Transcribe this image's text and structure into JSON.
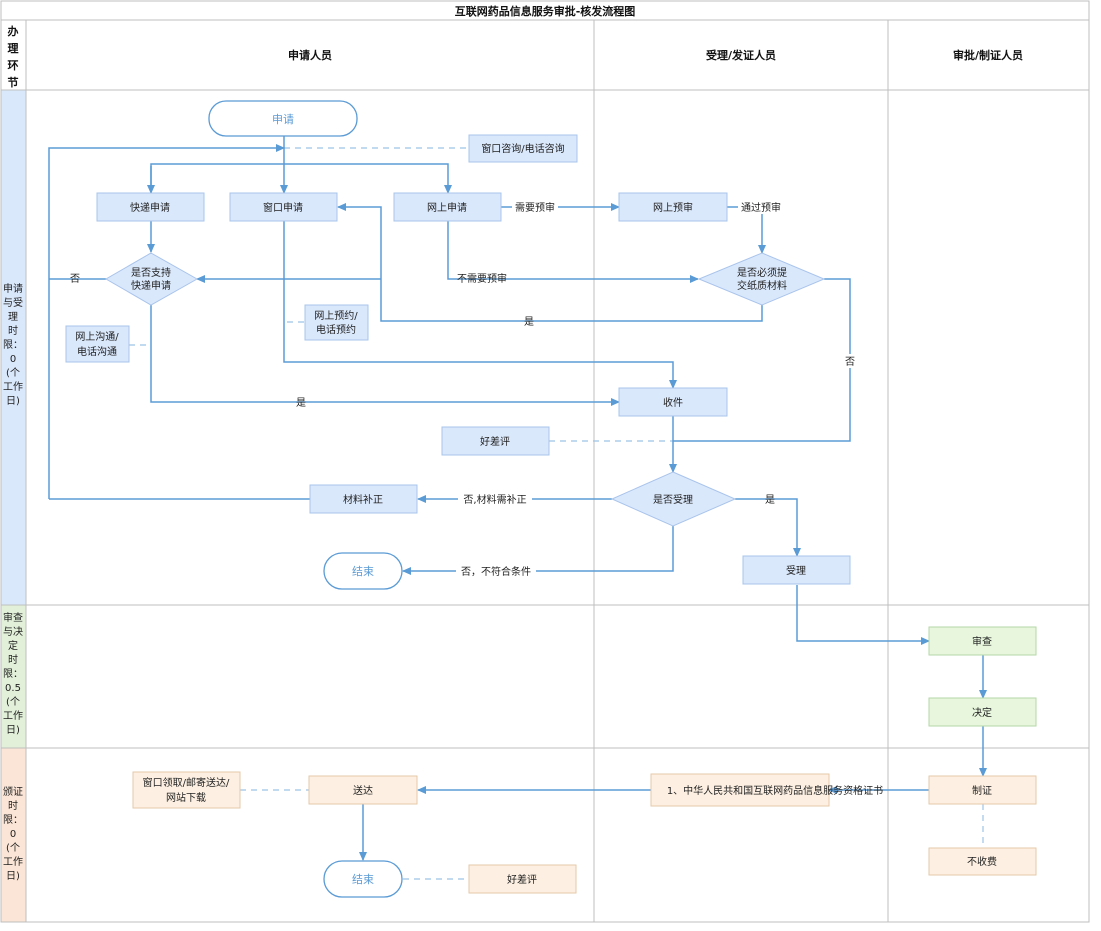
{
  "title": "互联网药品信息服务审批-核发流程图",
  "header": {
    "corner": [
      "办",
      "理",
      "环",
      "节"
    ],
    "lanes": [
      "申请人员",
      "受理/发证人员",
      "审批/制证人员"
    ]
  },
  "phases": [
    [
      "申请",
      "与受",
      "理",
      "时",
      "限：",
      "0",
      "(个",
      "工作",
      "日)"
    ],
    [
      "审查",
      "与决",
      "定",
      "时",
      "限：",
      "0.5",
      "(个",
      "工作",
      "日)"
    ],
    [
      "颁证",
      "时",
      "限：",
      "0",
      "(个",
      "工作",
      "日)"
    ]
  ],
  "nodes": {
    "apply": "申请",
    "consult": "窗口咨询/电话咨询",
    "express_apply": "快递申请",
    "window_apply": "窗口申请",
    "online_apply": "网上申请",
    "online_precheck": "网上预审",
    "support_express": [
      "是否支持",
      "快递申请"
    ],
    "must_paper": [
      "是否必须提",
      "交纸质材料"
    ],
    "online_book": [
      "网上预约/",
      "电话预约"
    ],
    "online_comm": [
      "网上沟通/",
      "电话沟通"
    ],
    "receive": "收件",
    "review_good": "好差评",
    "accept_q": "是否受理",
    "supplement": "材料补正",
    "accept": "受理",
    "end1": "结束",
    "examine": "审查",
    "decide": "决定",
    "produce": "制证",
    "free": "不收费",
    "certificate": "1、中华人民共和国互联网药品信息服务资格证书",
    "deliver": "送达",
    "pickup": [
      "窗口领取/邮寄送达/",
      "网站下载"
    ],
    "end2": "结束",
    "review_good2": "好差评"
  },
  "edges": {
    "need_precheck": "需要预审",
    "pass_precheck": "通过预审",
    "no_precheck": "不需要预审",
    "no_express": "否",
    "yes_paper": "是",
    "no_paper": "否",
    "yes_to_receive": "是",
    "supplement_needed": "否,材料需补正",
    "accepted": "是",
    "not_qualified": "否，不符合条件"
  }
}
